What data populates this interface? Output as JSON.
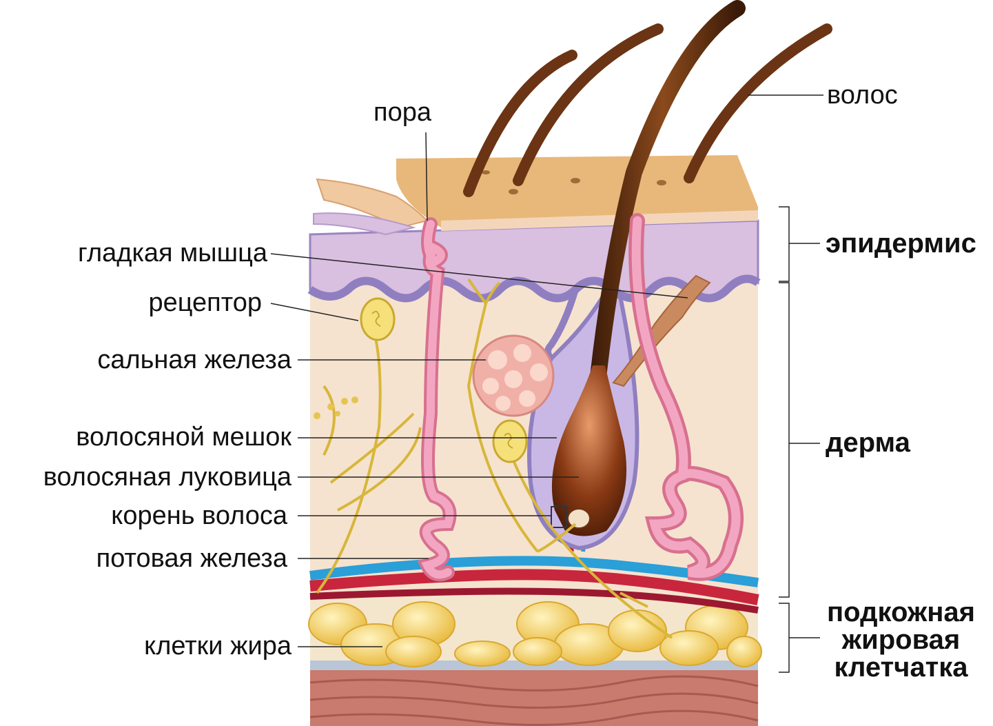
{
  "labels": {
    "pore": "пора",
    "hair": "волос",
    "smooth_muscle": "гладкая мышца",
    "receptor": "рецептор",
    "sebaceous_gland": "сальная железа",
    "hair_follicle": "волосяной мешок",
    "hair_bulb": "волосяная луковица",
    "hair_root": "корень волоса",
    "sweat_gland": "потовая железа",
    "fat_cells": "клетки жира"
  },
  "layers": {
    "epidermis": "эпидермис",
    "dermis": "дерма",
    "hypodermis": [
      "подкожная",
      "жировая",
      "клетчатка"
    ]
  },
  "colors": {
    "skin_surface": "#e8b87a",
    "epidermis": "#d9bfe0",
    "dermis": "#f5e3cf",
    "hair": "#6b3414",
    "sweat_duct": "#f08fb0",
    "nerve": "#d8b63a",
    "artery": "#c8263c",
    "vein": "#2a9fd8",
    "fat": "#f2d16a",
    "muscle_layer": "#c97b6e"
  }
}
